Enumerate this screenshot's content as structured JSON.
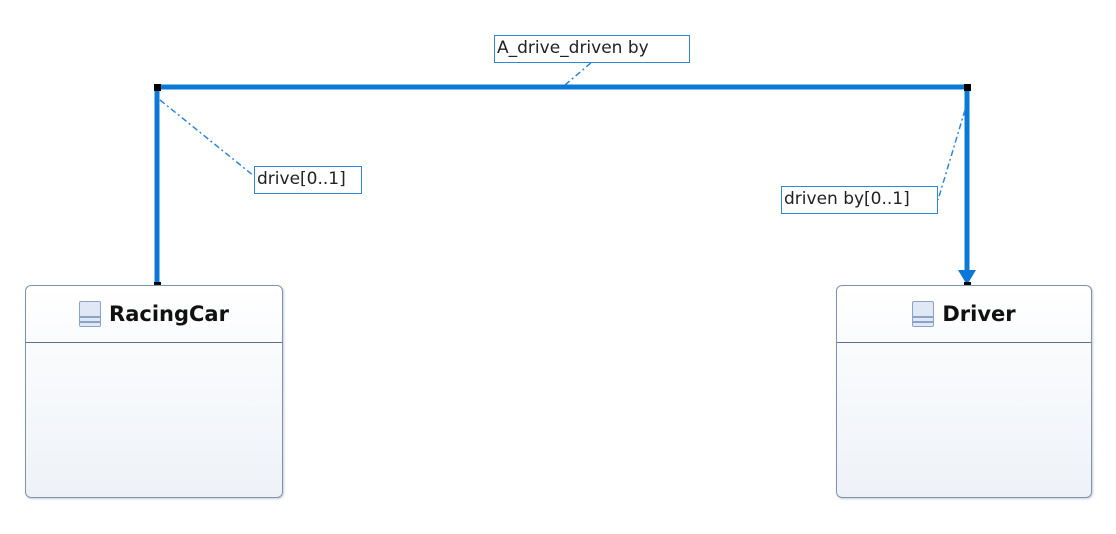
{
  "association": {
    "name": "A_drive_driven by",
    "color": "#0a78d7"
  },
  "ends": [
    {
      "label": "drive[0..1]"
    },
    {
      "label": "driven by[0..1]"
    }
  ],
  "classes": [
    {
      "name": "RacingCar",
      "icon": "class-icon"
    },
    {
      "name": "Driver",
      "icon": "class-icon"
    }
  ]
}
